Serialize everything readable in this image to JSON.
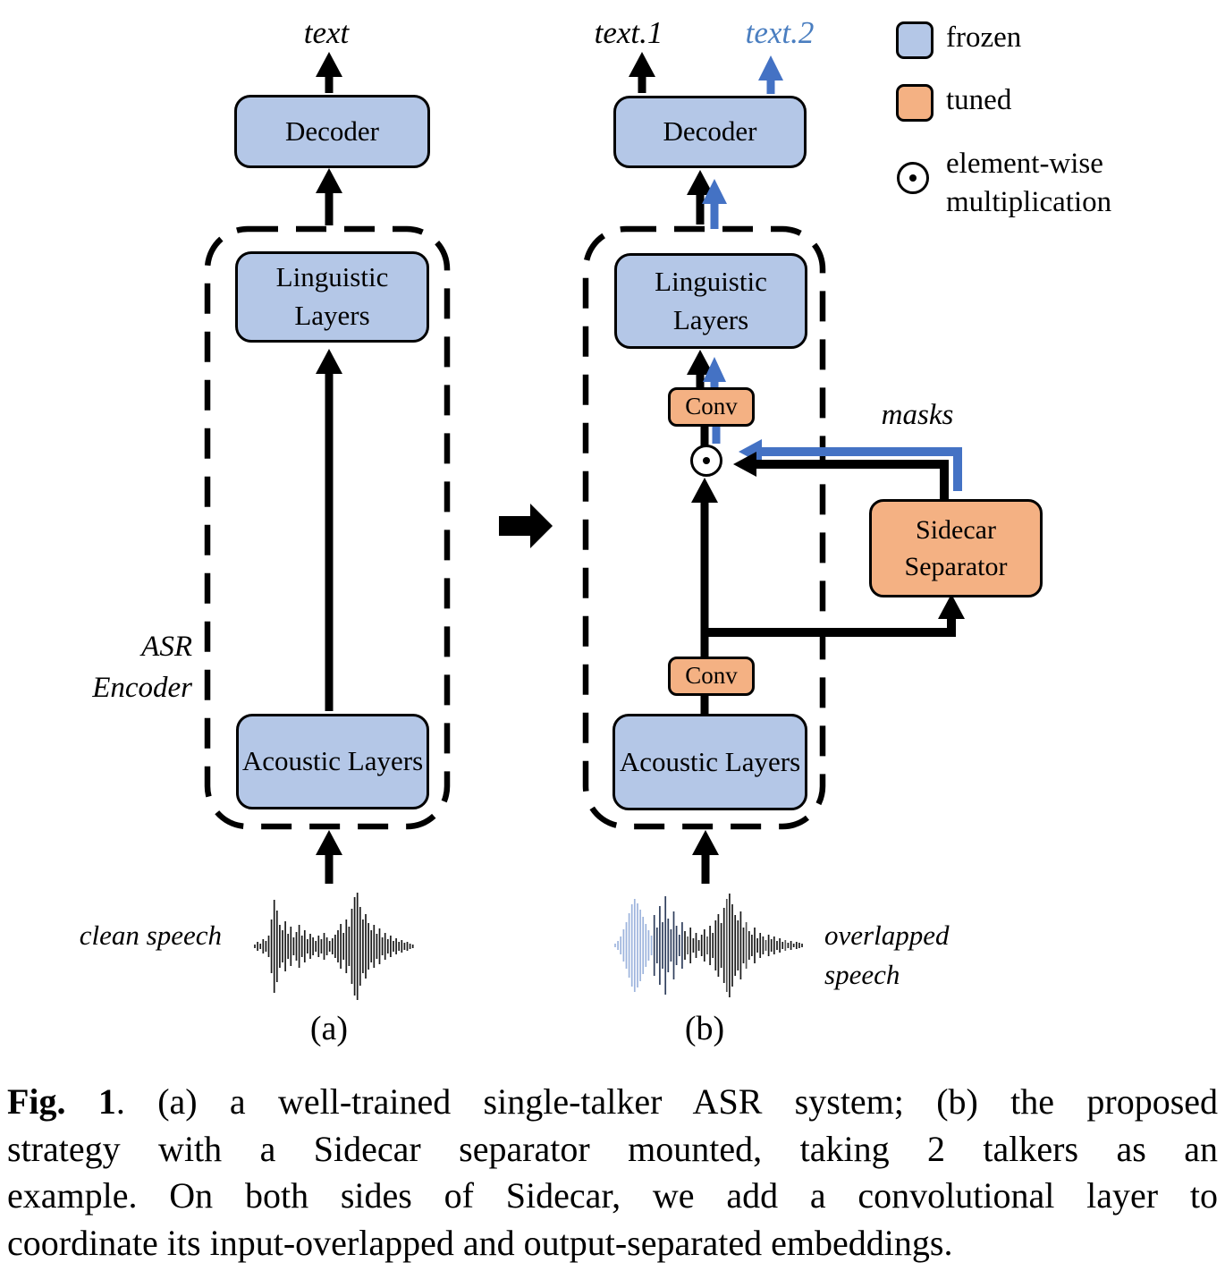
{
  "colors": {
    "frozen_fill": "#b4c7e7",
    "tuned_fill": "#f4b183",
    "blue_arrow": "#4472c4",
    "text2_blue": "#4a7ec0",
    "wave_black": "#1a1a1a",
    "wave_blue": "#9db4dd",
    "wave_dark": "#2f3e5c",
    "wave_gray": "#555555"
  },
  "diagram_a": {
    "output_label": "text",
    "decoder": "Decoder",
    "linguistic": "Linguistic Layers",
    "acoustic": "Acoustic Layers",
    "encoder_label": "ASR Encoder",
    "input_label": "clean speech",
    "sublabel": "(a)"
  },
  "diagram_b": {
    "output_label_1": "text.1",
    "output_label_2": "text.2",
    "decoder": "Decoder",
    "linguistic": "Linguistic Layers",
    "acoustic": "Acoustic Layers",
    "conv_upper": "Conv",
    "conv_lower": "Conv",
    "sidecar": "Sidecar Separator",
    "masks_label": "masks",
    "input_label": "overlapped speech",
    "sublabel": "(b)"
  },
  "legend": {
    "frozen": "frozen",
    "tuned": "tuned",
    "elementwise": "element-wise multiplication"
  },
  "caption": {
    "fig_label": "Fig. 1",
    "line1_rest": ". (a) a well-trained single-talker ASR system; (b) the proposed",
    "line2": "strategy with a Sidecar separator mounted, taking 2 talkers as an",
    "line3": "example. On both sides of Sidecar, we add a convolutional layer to",
    "line4": "coordinate its input-overlapped and output-separated embeddings."
  }
}
